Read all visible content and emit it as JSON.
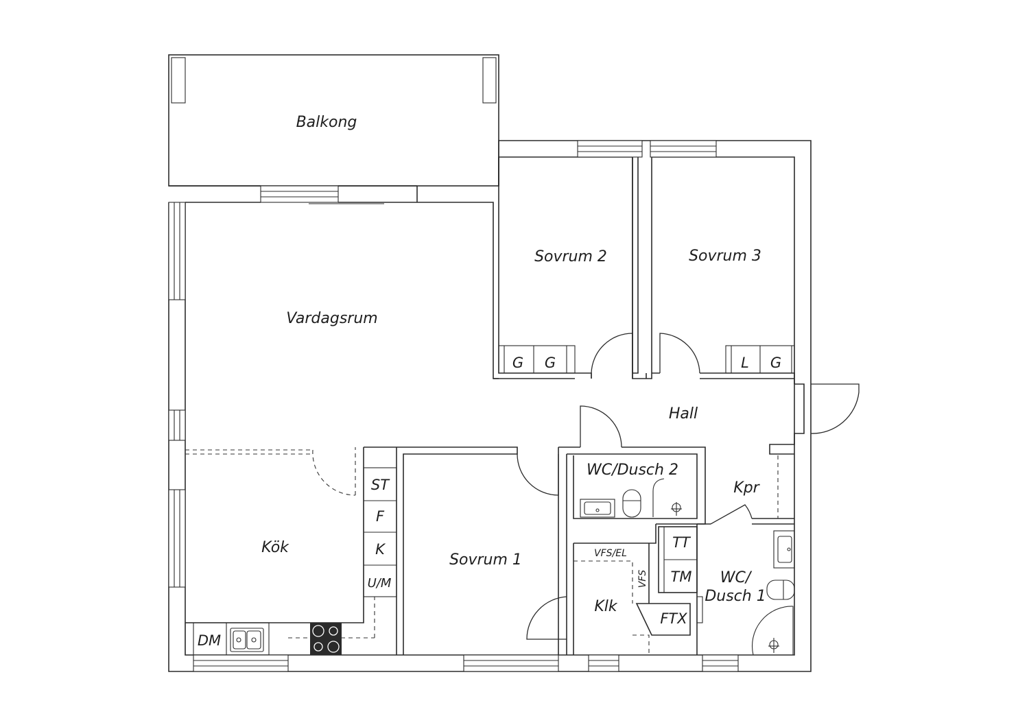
{
  "rooms": {
    "balkong": "Balkong",
    "vardagsrum": "Vardagsrum",
    "sovrum2": "Sovrum 2",
    "sovrum3": "Sovrum 3",
    "hall": "Hall",
    "kok": "Kök",
    "sovrum1": "Sovrum 1",
    "wc_dusch2": "WC/Dusch 2",
    "kpr": "Kpr",
    "klk": "Klk",
    "wc_dusch1_line1": "WC/",
    "wc_dusch1_line2": "Dusch 1"
  },
  "fixtures": {
    "wardrobe_g1": "G",
    "wardrobe_g2": "G",
    "wardrobe_l": "L",
    "wardrobe_g3": "G",
    "st": "ST",
    "f": "F",
    "k": "K",
    "um": "U/M",
    "dm": "DM",
    "tt": "TT",
    "tm": "TM",
    "ftx": "FTX",
    "vfs_el": "VFS/EL",
    "vfs": "VFS"
  }
}
